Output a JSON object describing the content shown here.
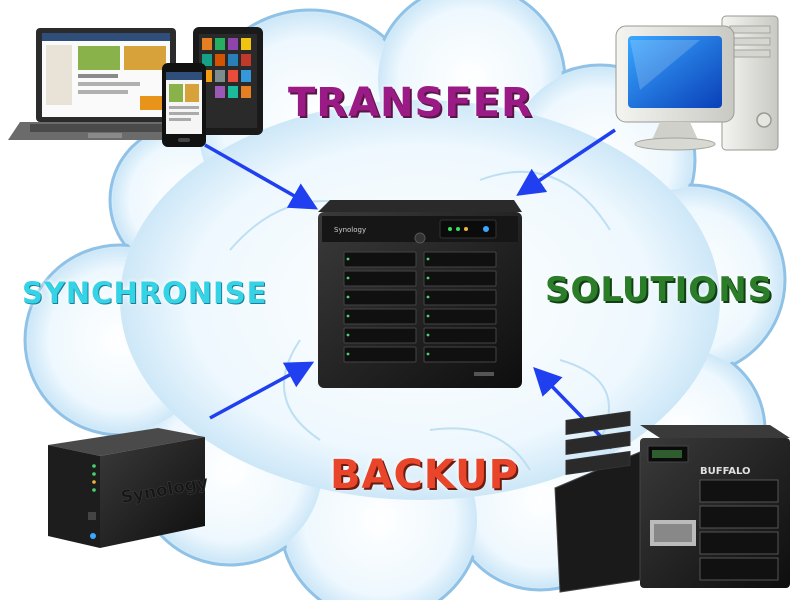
{
  "labels": {
    "transfer": "TRANSFER",
    "synchronise": "SYNCHRONISE",
    "solutions": "SOLUTIONS",
    "backup": "BACKUP"
  },
  "devices": {
    "center_nas_brand": "Synology",
    "left_nas_brand": "Synology",
    "right_nas_brand": "BUFFALO"
  },
  "colors": {
    "transfer": "#9b1b86",
    "synchronise": "#35d3e6",
    "solutions": "#2c7d2a",
    "backup": "#e8452a",
    "arrow": "#1f3ff0",
    "cloud_edge": "#9cc9e8",
    "cloud_fill": "#e9f5fd"
  },
  "icons": {
    "laptop": "laptop-icon",
    "tablet": "tablet-icon",
    "phone": "smartphone-icon",
    "desktop": "desktop-computer-icon",
    "center_nas": "nas-server-icon",
    "left_nas": "nas-2bay-icon",
    "right_nas": "nas-4bay-icon",
    "cloud": "cloud-icon"
  }
}
